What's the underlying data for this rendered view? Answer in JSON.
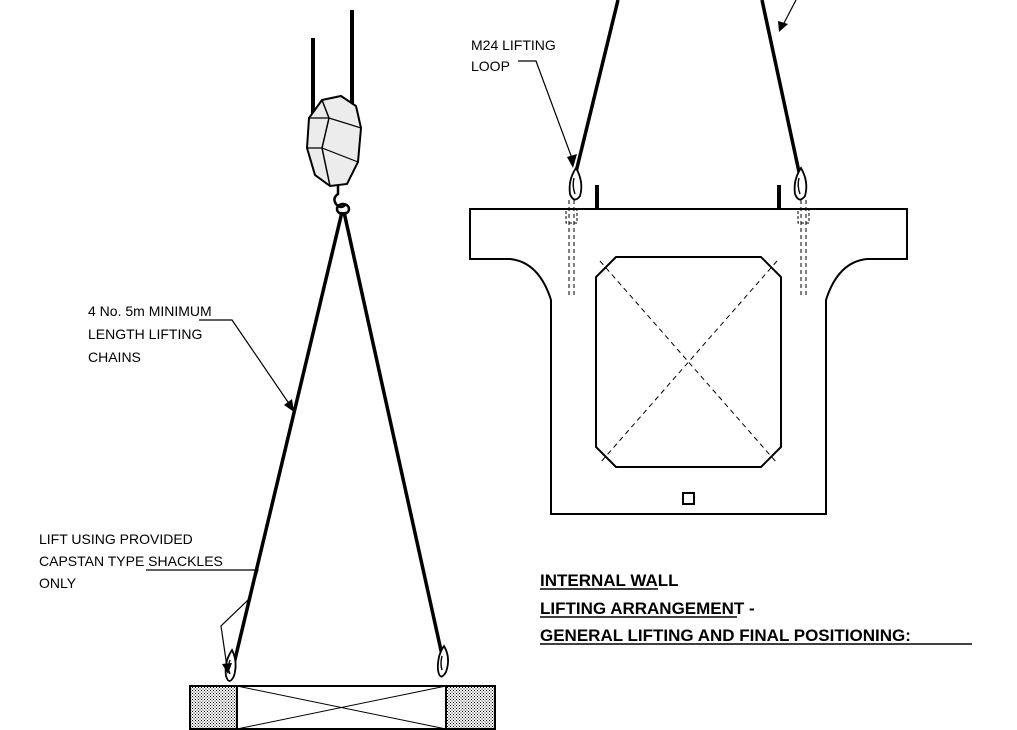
{
  "labels": {
    "lifting_loop": [
      "M24 LIFTING",
      "LOOP"
    ],
    "chains": [
      "4 No. 5m MINIMUM",
      "LENGTH LIFTING",
      "CHAINS"
    ],
    "shackles": [
      "LIFT USING PROVIDED",
      "CAPSTAN TYPE SHACKLES",
      "ONLY"
    ]
  },
  "title_lines": [
    "INTERNAL WALL",
    "LIFTING ARRANGEMENT -",
    "GENERAL LIFTING AND FINAL POSITIONING:"
  ],
  "colors": {
    "line": "#000000",
    "fill_section": "#ffffff",
    "hatch": "#000000",
    "crane_block": "#e6e6e6"
  }
}
